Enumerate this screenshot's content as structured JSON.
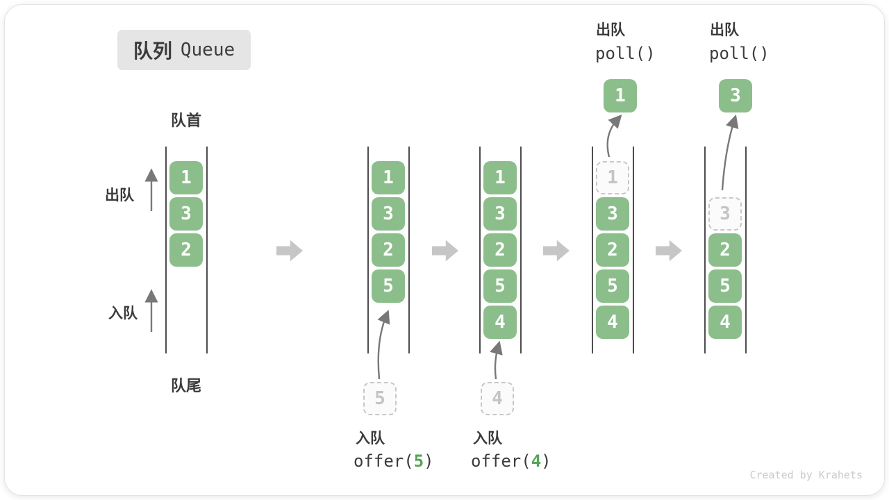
{
  "title": {
    "badge_zh": "队列",
    "badge_en": "Queue"
  },
  "labels": {
    "front": "队首",
    "rear": "队尾",
    "dequeue": "出队",
    "enqueue": "入队"
  },
  "states": [
    {
      "cells": [
        "1",
        "3",
        "2"
      ]
    },
    {
      "cells": [
        "1",
        "3",
        "2",
        "5"
      ]
    },
    {
      "cells": [
        "1",
        "3",
        "2",
        "5",
        "4"
      ]
    },
    {
      "removed": "1",
      "cells": [
        "3",
        "2",
        "5",
        "4"
      ]
    },
    {
      "removed": "3",
      "cells": [
        "2",
        "5",
        "4"
      ]
    }
  ],
  "operations": {
    "offer": [
      {
        "label": "入队",
        "code_open": "offer(",
        "arg": "5",
        "code_close": ")",
        "pending": "5"
      },
      {
        "label": "入队",
        "code_open": "offer(",
        "arg": "4",
        "code_close": ")",
        "pending": "4"
      }
    ],
    "poll": [
      {
        "label": "出队",
        "code": "poll()",
        "value": "1"
      },
      {
        "label": "出队",
        "code": "poll()",
        "value": "3"
      }
    ]
  },
  "colors": {
    "cell_green": "#8cbe8c",
    "code_arg_green": "#56a456",
    "ghost_gray": "#c8c8c8",
    "step_arrow_gray": "#c6c6c6",
    "wall_dark": "#4d4d4d",
    "text_dark": "#3b3b3b",
    "badge_bg": "#e5e5e5"
  },
  "watermark": "Created by Krahets"
}
